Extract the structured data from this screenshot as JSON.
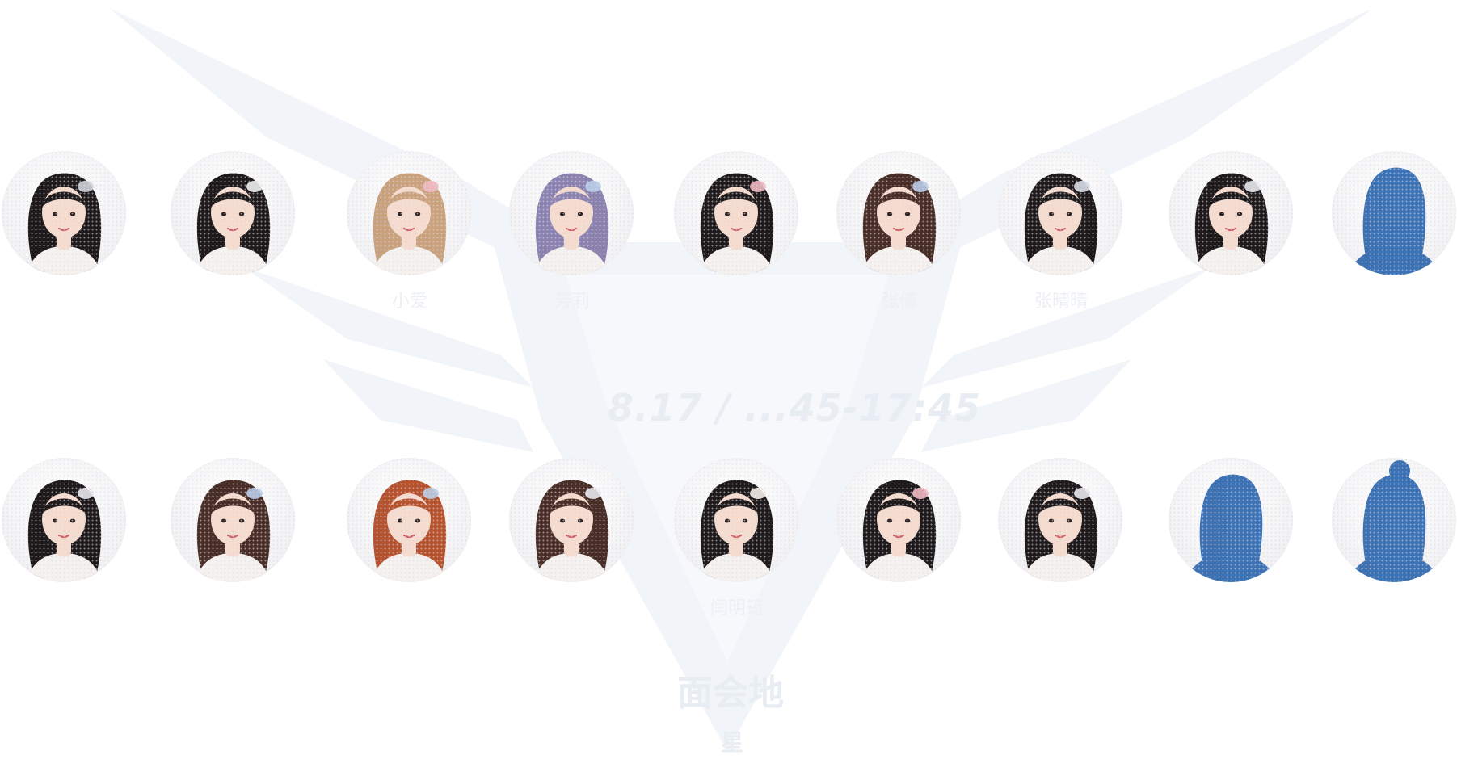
{
  "watermark": {
    "time": "8.17 / ...45-17:45",
    "venue": "面会地",
    "sub": "星"
  },
  "colors": {
    "background": "#ffffff",
    "watermark": "#eef2f7",
    "placeholder_silhouette": "#3d72b4",
    "hair_dark": "#1f1a1c",
    "hair_brown": "#4a2f28",
    "hair_blonde": "#c9a27d",
    "hair_purple": "#8b82b0",
    "hair_red": "#b5532f",
    "skin": "#f6dccf"
  },
  "members": [
    {
      "name": "",
      "kind": "photo",
      "hair": "hair_dark",
      "accent": "#cfd3da"
    },
    {
      "name": "",
      "kind": "photo",
      "hair": "hair_dark",
      "accent": "#f1f1f1"
    },
    {
      "name": "小爱",
      "kind": "photo",
      "hair": "hair_blonde",
      "accent": "#f2b9c2"
    },
    {
      "name": "芳莉",
      "kind": "photo",
      "hair": "hair_purple",
      "accent": "#b9cde8"
    },
    {
      "name": "",
      "kind": "photo",
      "hair": "hair_dark",
      "accent": "#f2b9c2"
    },
    {
      "name": "张倩",
      "kind": "photo",
      "hair": "hair_brown",
      "accent": "#b9cde8"
    },
    {
      "name": "张晴晴",
      "kind": "photo",
      "hair": "hair_dark",
      "accent": "#d7dde6"
    },
    {
      "name": "",
      "kind": "photo",
      "hair": "hair_dark",
      "accent": "#e9e9ee"
    },
    {
      "name": "",
      "kind": "placeholder",
      "hair": "",
      "accent": ""
    },
    {
      "name": "",
      "kind": "photo",
      "hair": "hair_dark",
      "accent": "#e9e9ee"
    },
    {
      "name": "",
      "kind": "photo",
      "hair": "hair_brown",
      "accent": "#b9cde8"
    },
    {
      "name": "",
      "kind": "photo",
      "hair": "hair_red",
      "accent": "#b9cde8"
    },
    {
      "name": "",
      "kind": "photo",
      "hair": "hair_brown",
      "accent": "#e9e9ee"
    },
    {
      "name": "闫明筠",
      "kind": "photo",
      "hair": "hair_dark",
      "accent": "#f4efe8"
    },
    {
      "name": "",
      "kind": "photo",
      "hair": "hair_dark",
      "accent": "#f2b9c2"
    },
    {
      "name": "",
      "kind": "photo",
      "hair": "hair_dark",
      "accent": "#e9e9ee"
    },
    {
      "name": "",
      "kind": "placeholder",
      "hair": "",
      "accent": ""
    },
    {
      "name": "",
      "kind": "placeholder-bun",
      "hair": "",
      "accent": ""
    }
  ]
}
